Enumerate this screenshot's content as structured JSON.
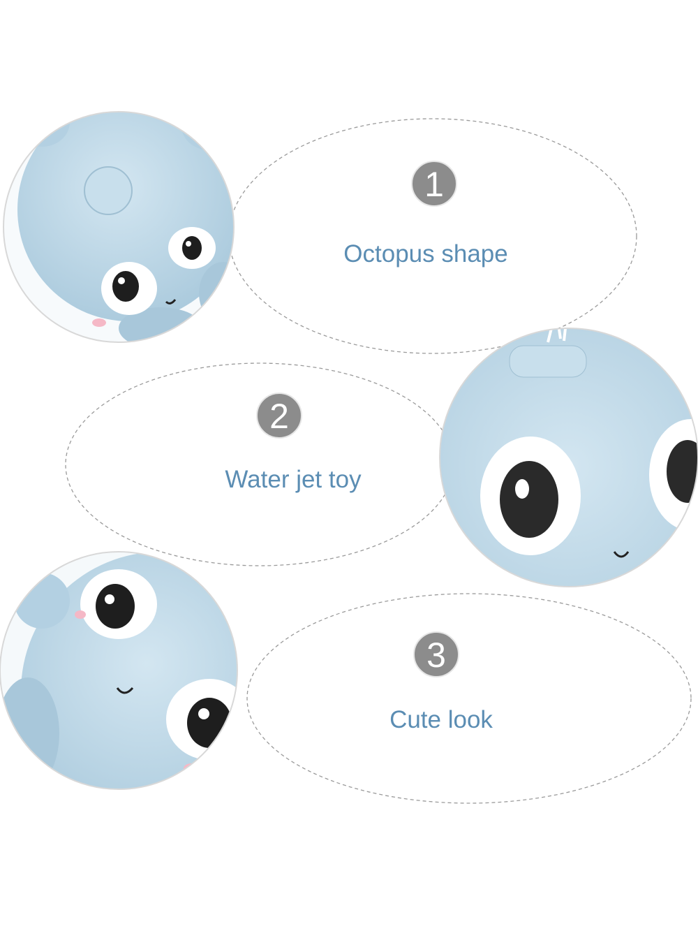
{
  "features": [
    {
      "number": "1",
      "label": "Octopus shape"
    },
    {
      "number": "2",
      "label": "Water jet toy"
    },
    {
      "number": "3",
      "label": "Cute look"
    }
  ],
  "colors": {
    "badge": "#8c8c8c",
    "label_text": "#5b8db3",
    "toy_body": "#bcd8e8"
  }
}
